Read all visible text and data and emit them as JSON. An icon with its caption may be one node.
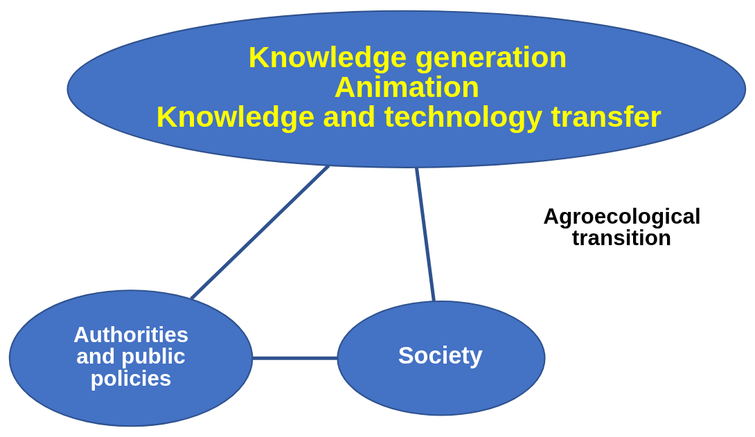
{
  "diagram": {
    "nodes": [
      {
        "text": [
          "Knowledge generation",
          "Animation",
          "Knowledge and technology transfer"
        ]
      },
      {
        "text": [
          "Authorities and public policies"
        ]
      },
      {
        "text": [
          "Society"
        ]
      }
    ],
    "edges": [
      {
        "from": 0,
        "to": 1,
        "arrow": "none"
      },
      {
        "from": 0,
        "to": 2,
        "arrow": "none"
      },
      {
        "from": 1,
        "to": 2,
        "arrow": "none"
      }
    ],
    "labels": [
      "Agroecological transition"
    ]
  }
}
